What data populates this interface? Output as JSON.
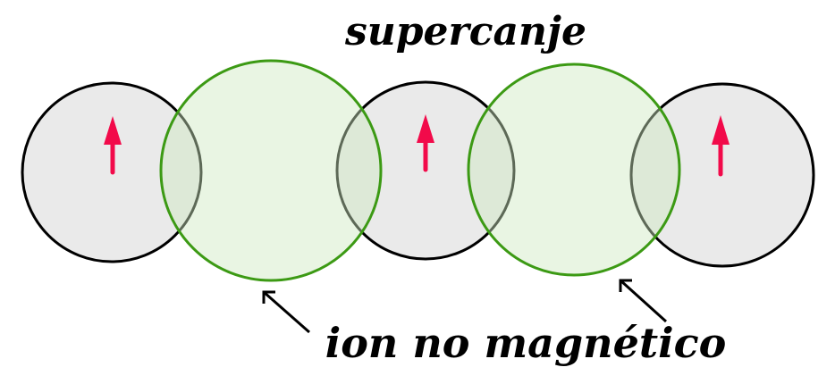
{
  "diagram": {
    "top_label": "supercanje",
    "bottom_label": "ion no magnético",
    "colors": {
      "magnetic_ion_fill": "#e6e6e6",
      "magnetic_ion_stroke": "#000000",
      "nonmagnetic_ion_fill": "#e3f2dc",
      "nonmagnetic_ion_stroke": "#3c9a14",
      "spin_arrow": "#f20a4a",
      "pointer_arrow": "#000000"
    },
    "ions": [
      {
        "kind": "magnetic",
        "spin": "up"
      },
      {
        "kind": "non-magnetic"
      },
      {
        "kind": "magnetic",
        "spin": "up"
      },
      {
        "kind": "non-magnetic"
      },
      {
        "kind": "magnetic",
        "spin": "up"
      }
    ]
  }
}
